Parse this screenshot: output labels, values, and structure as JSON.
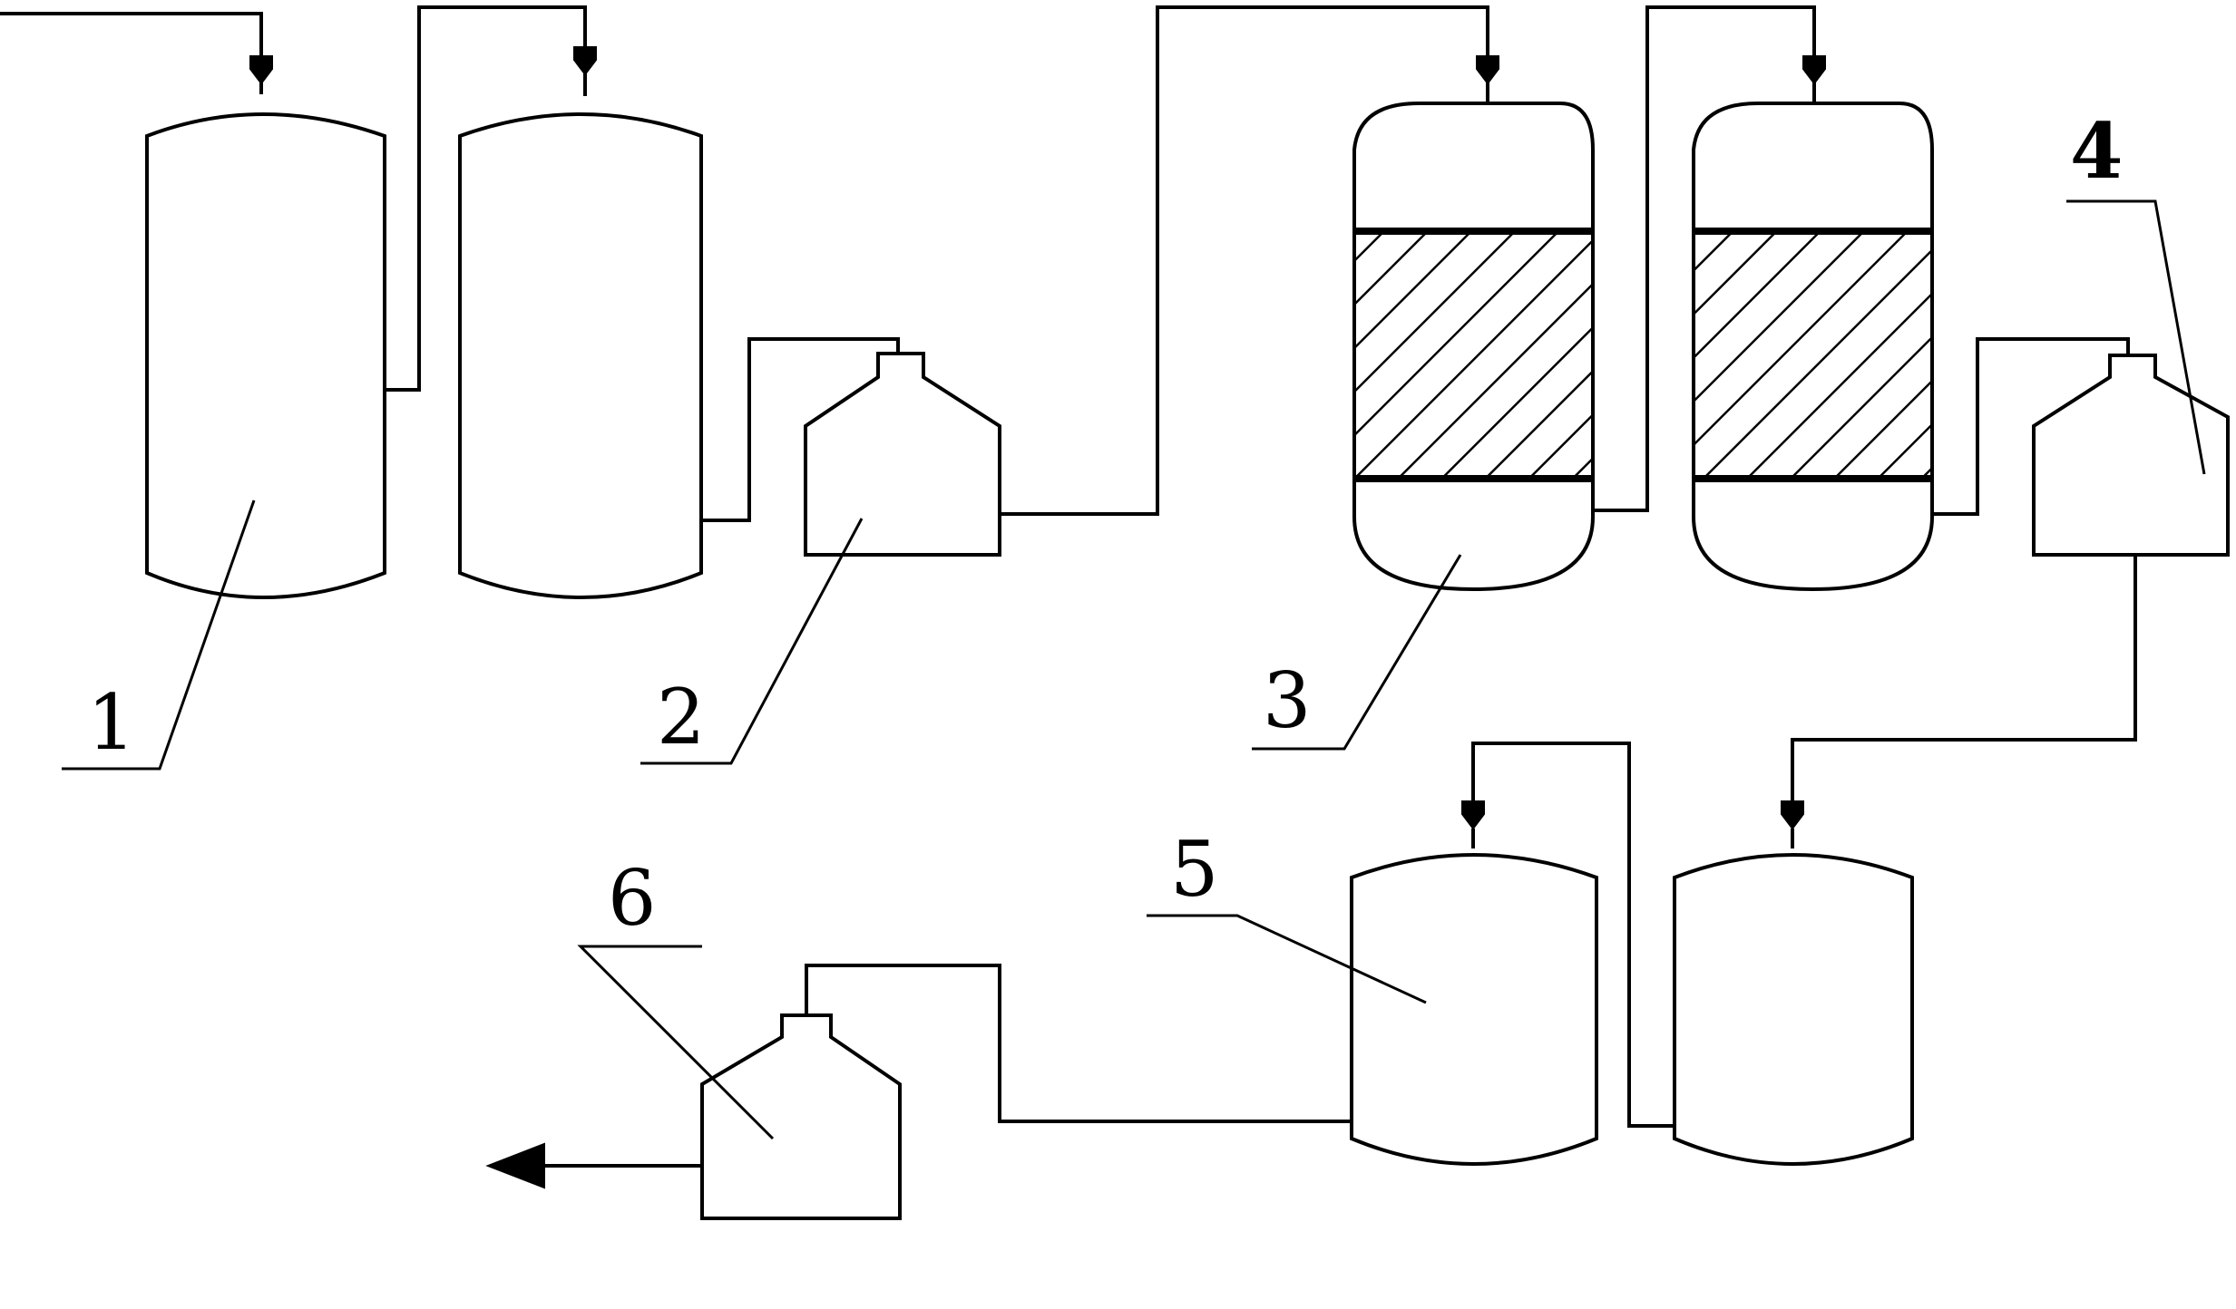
{
  "diagram": {
    "labels": {
      "l1": "1",
      "l2": "2",
      "l3": "3",
      "l4": "4",
      "l5": "5",
      "l6": "6"
    },
    "colors": {
      "line": "#000000",
      "background": "#ffffff",
      "hatch": "#000000"
    }
  }
}
